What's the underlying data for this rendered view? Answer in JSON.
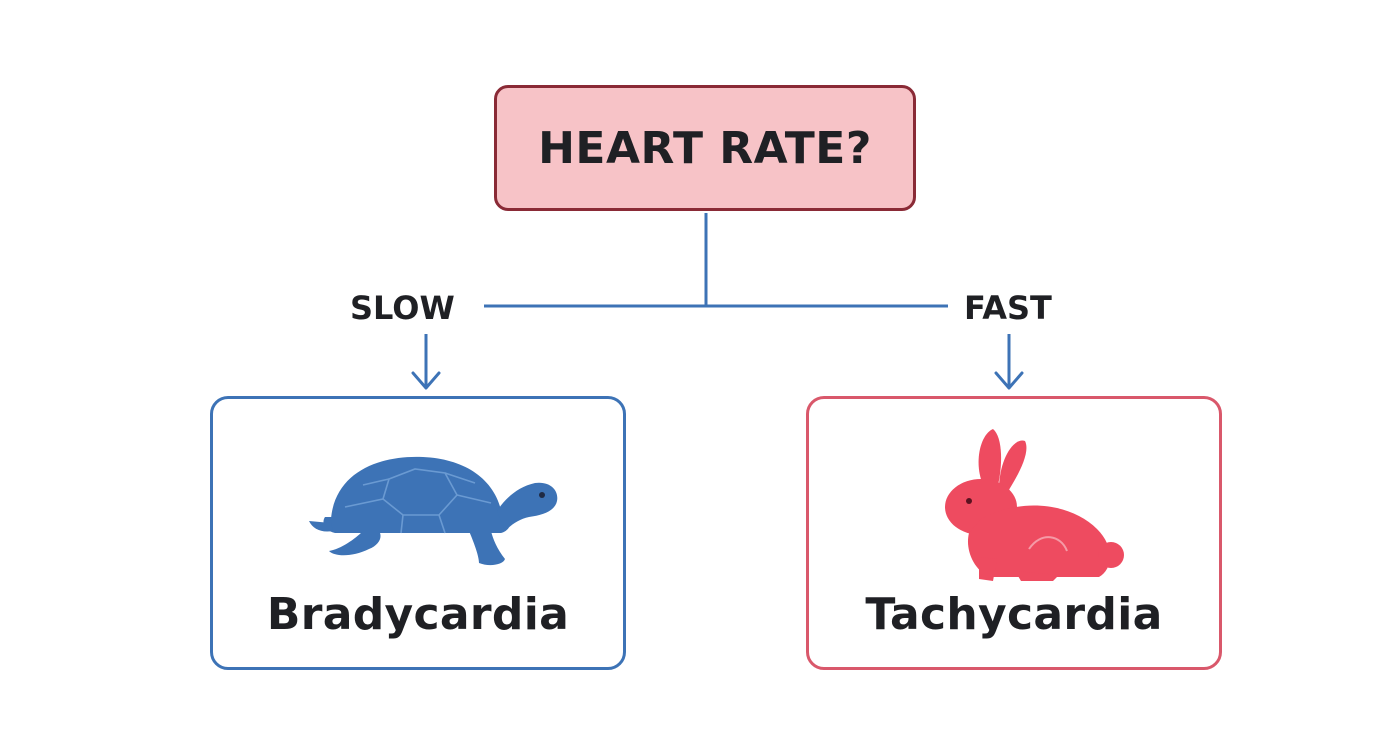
{
  "root": {
    "title": "HEART RATE?"
  },
  "branches": {
    "left": {
      "label": "SLOW",
      "outcome": "Bradycardia",
      "icon": "turtle-icon",
      "color": "#3d73b6"
    },
    "right": {
      "label": "FAST",
      "outcome": "Tachycardia",
      "icon": "rabbit-icon",
      "color": "#ee4b60"
    }
  },
  "colors": {
    "root_fill": "#f7c3c7",
    "root_border": "#8a2a36",
    "connector": "#3d73b6",
    "brady_border": "#3d73b6",
    "tachy_border": "#d9586b",
    "text": "#1f2024"
  }
}
